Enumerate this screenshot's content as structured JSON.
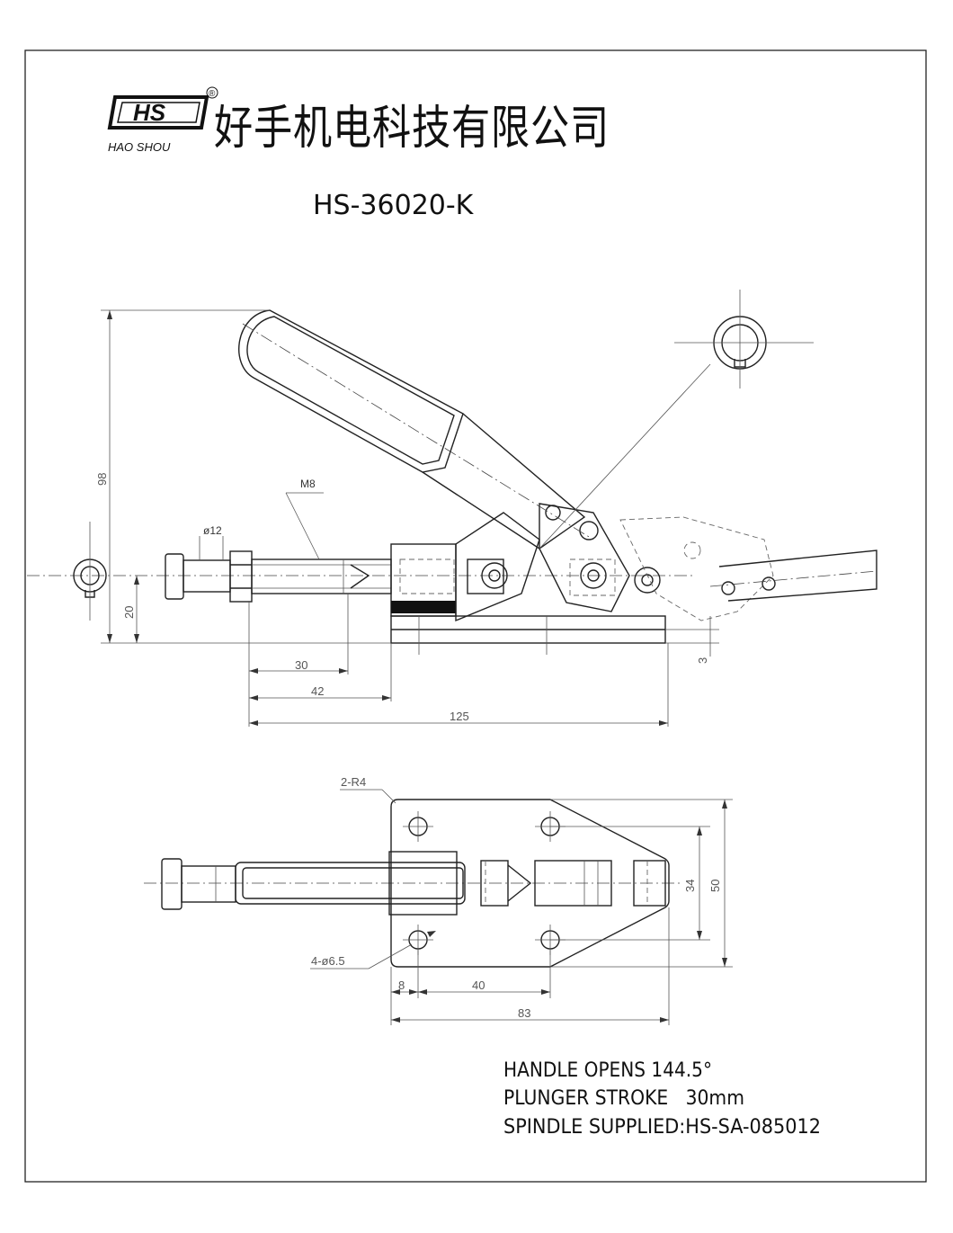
{
  "logo": {
    "mark": "HS",
    "subtitle": "HAO SHOU",
    "registered": "®"
  },
  "company_name": "好手机电科技有限公司",
  "model": "HS-36020-K",
  "side_view": {
    "dims": {
      "height_total": "98",
      "height_base": "20",
      "thread": "M8",
      "rod_diameter": "ø12",
      "len_30": "30",
      "len_42": "42",
      "len_125": "125",
      "base_thickness": "3"
    }
  },
  "top_view": {
    "dims": {
      "corner_radius": "2-R4",
      "holes": "4-ø6.5",
      "width_34": "34",
      "width_50": "50",
      "len_8": "8",
      "len_40": "40",
      "len_83": "83"
    }
  },
  "specs": {
    "handle_opens": "HANDLE OPENS 144.5°",
    "plunger_stroke": "PLUNGER STROKE   30mm",
    "spindle": "SPINDLE SUPPLIED:HS-SA-085012"
  },
  "colors": {
    "line": "#222222",
    "background": "#ffffff"
  }
}
